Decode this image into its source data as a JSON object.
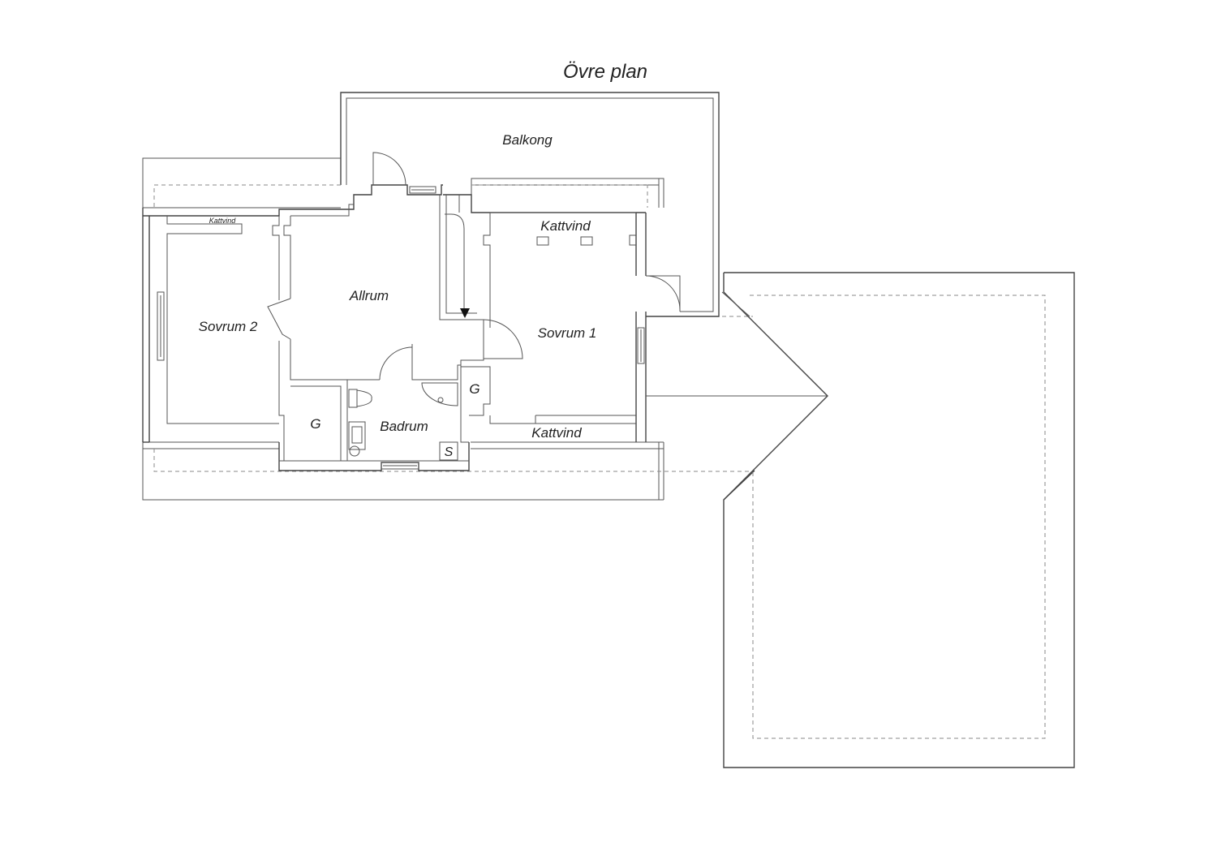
{
  "title": "Övre plan",
  "rooms": {
    "balkong": "Balkong",
    "kattvind_top": "Kattvind",
    "kattvind_small": "Kattvind",
    "kattvind_bottom": "Kattvind",
    "allrum": "Allrum",
    "sovrum1": "Sovrum 1",
    "sovrum2": "Sovrum 2",
    "badrum": "Badrum",
    "g_left": "G",
    "g_right": "G",
    "s": "S"
  }
}
